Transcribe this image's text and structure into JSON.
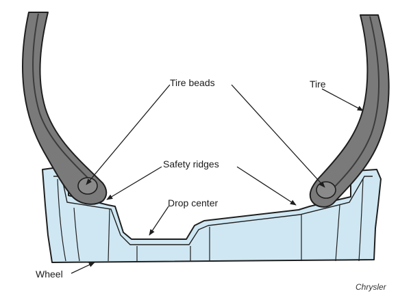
{
  "labels": {
    "tire_beads": "Tire beads",
    "tire": "Tire",
    "safety_ridges": "Safety ridges",
    "drop_center": "Drop center",
    "wheel": "Wheel"
  },
  "credit": "Chrysler",
  "colors": {
    "wheel_fill": "#cfe7f2",
    "tire_fill": "#7a7a7a",
    "tire_dark": "#4a4a4a",
    "outline": "#1e1e1e",
    "leader": "#1e1e1e"
  }
}
